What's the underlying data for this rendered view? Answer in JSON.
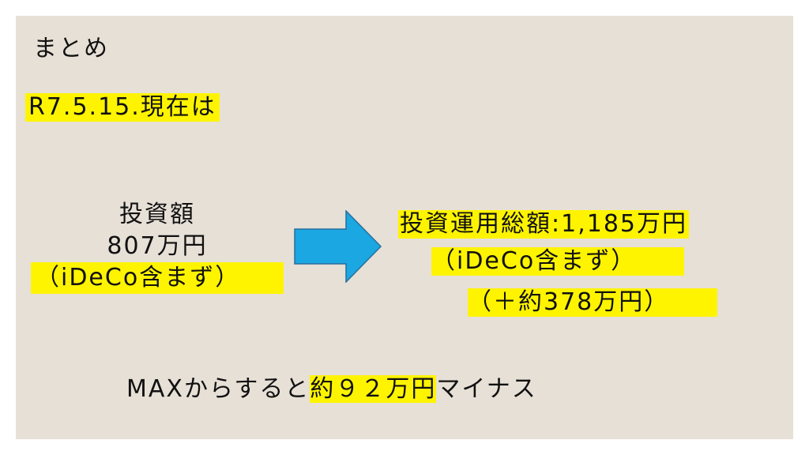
{
  "slide": {
    "title": "まとめ",
    "date_line": "R7.5.15.現在は",
    "before": {
      "label": "投資額",
      "amount": "807万円",
      "note": "（iDeCo含まず）"
    },
    "after": {
      "total": "投資運用総額:1,185万円",
      "note": "（iDeCo含まず）",
      "gain": "（＋約378万円）"
    },
    "conclusion": {
      "prefix": "MAXからすると",
      "highlight": "約９２万円",
      "suffix": "マイナス"
    },
    "colors": {
      "background": "#e7e0d7",
      "highlight": "#fff400",
      "arrow": "#1aa7e2"
    },
    "icons": [
      "right-arrow-icon"
    ]
  }
}
